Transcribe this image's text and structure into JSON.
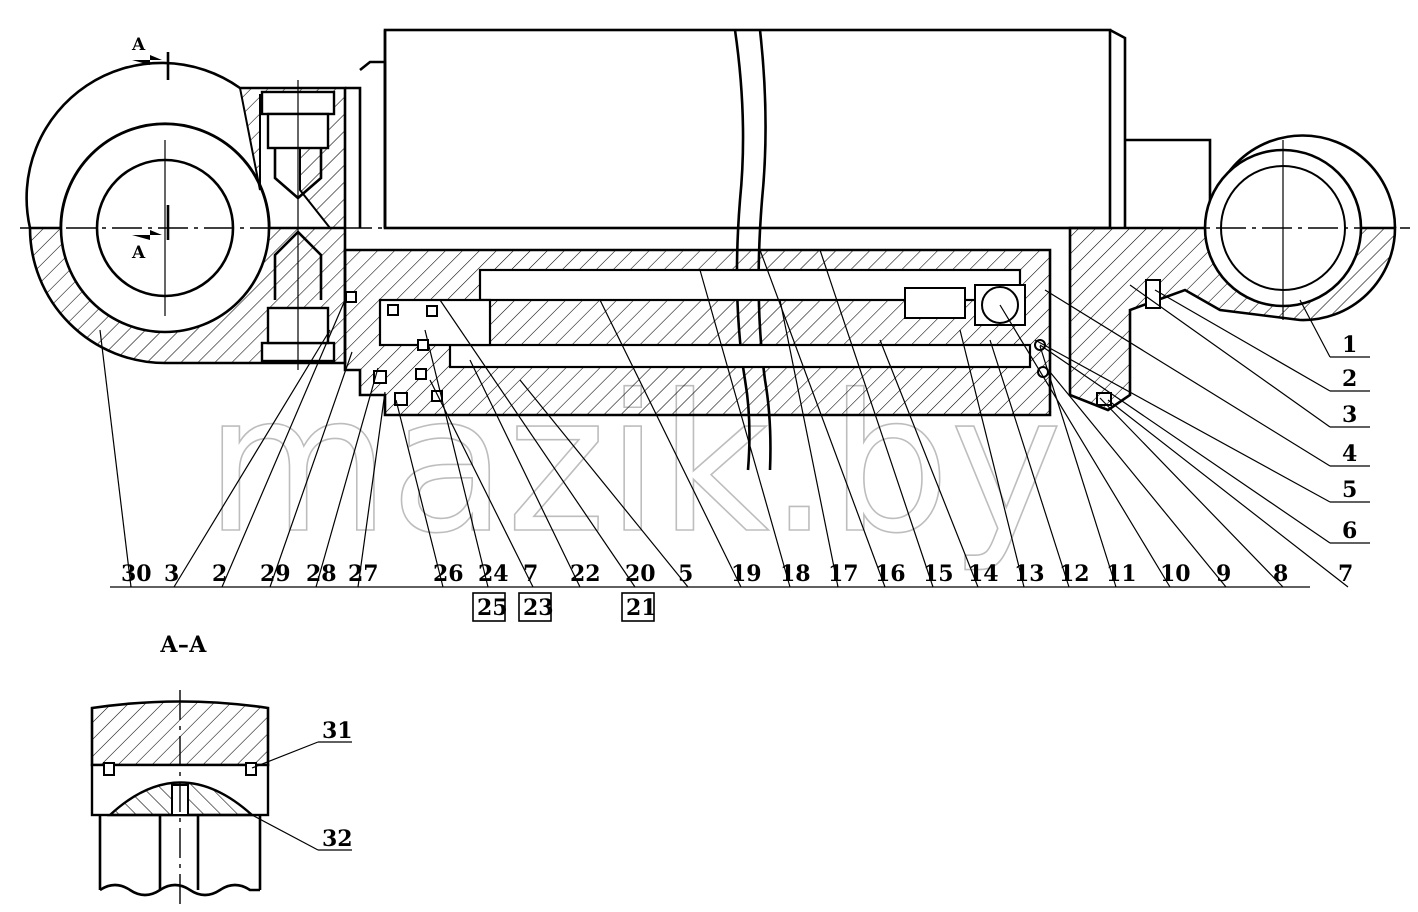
{
  "section_labels": {
    "top_section": "A",
    "bottom_section": "A",
    "view_title": "А–А"
  },
  "watermark": "mazik.by",
  "callouts_bottom": [
    "30",
    "3",
    "2",
    "29",
    "28",
    "27",
    "26",
    "24",
    "7",
    "22",
    "20",
    "5",
    "19",
    "18",
    "17",
    "16",
    "15",
    "14",
    "13",
    "12",
    "11",
    "10",
    "9",
    "8",
    "7"
  ],
  "callouts_boxed": [
    "25",
    "23",
    "21"
  ],
  "callouts_right": [
    "1",
    "2",
    "3",
    "4",
    "5",
    "6"
  ],
  "callouts_view": [
    "31",
    "32"
  ]
}
